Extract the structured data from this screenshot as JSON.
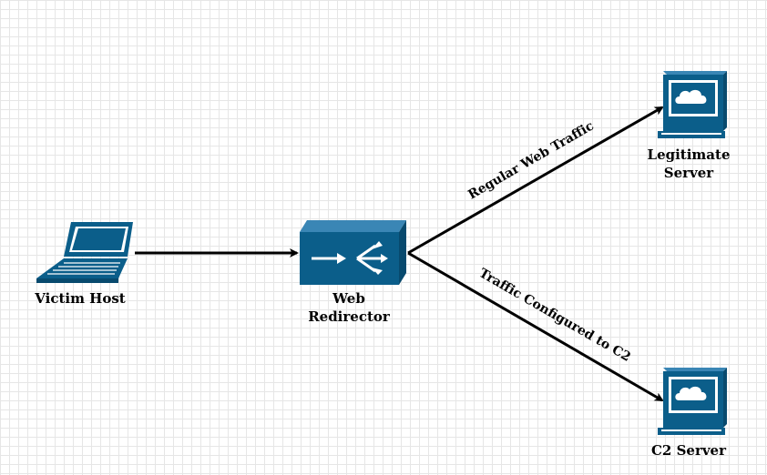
{
  "nodes": {
    "victim": {
      "label": "Victim Host"
    },
    "redirector": {
      "label_line1": "Web",
      "label_line2": "Redirector"
    },
    "legit": {
      "label_line1": "Legitimate",
      "label_line2": "Server"
    },
    "c2": {
      "label": "C2 Server"
    }
  },
  "edges": {
    "regular": {
      "label": "Regular Web Traffic"
    },
    "c2": {
      "label": "Traffic Configured to C2"
    }
  },
  "colors": {
    "icon_fill": "#0b5e8a",
    "icon_dark": "#084a6e",
    "edge": "#000000"
  }
}
